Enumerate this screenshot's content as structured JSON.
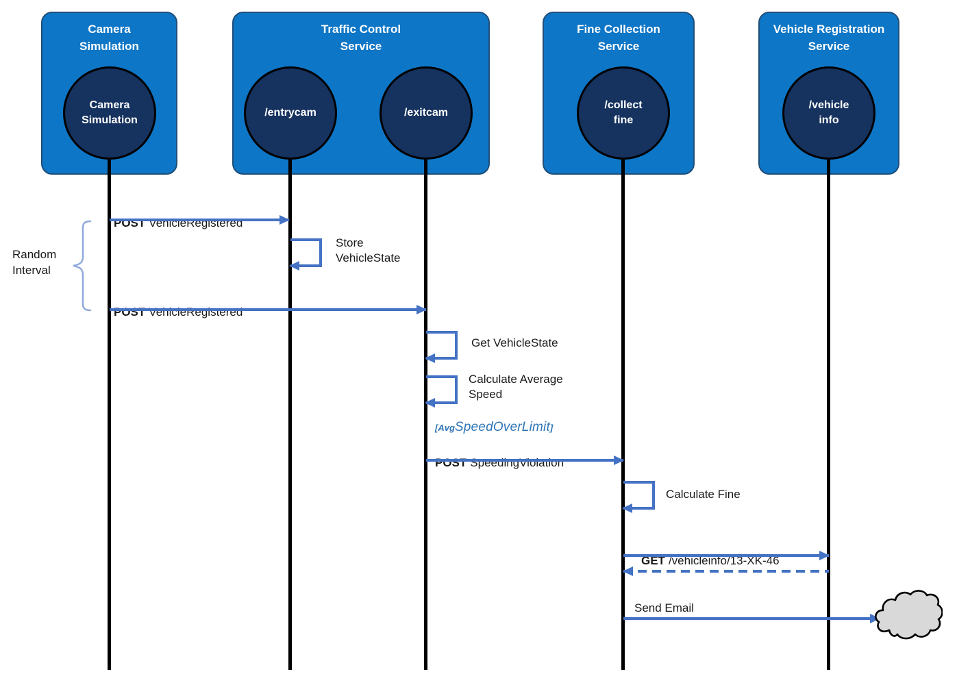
{
  "services": [
    {
      "title": "Camera\nSimulation"
    },
    {
      "title": "Traffic Control\nService"
    },
    {
      "title": "Fine Collection\nService"
    },
    {
      "title": "Vehicle Registration\nService"
    }
  ],
  "endpoints": [
    {
      "label": "Camera\nSimulation"
    },
    {
      "label": "/entrycam"
    },
    {
      "label": "/exitcam"
    },
    {
      "label": "/collect\nfine"
    },
    {
      "label": "/vehicle\ninfo"
    }
  ],
  "annotations": {
    "random_interval": "Random\nInterval"
  },
  "messages": {
    "post_vehicle_registered_entry": {
      "verb": "POST",
      "text": "VehicleRegistered"
    },
    "store_vehicle_state": {
      "text": "Store\nVehicleState"
    },
    "post_vehicle_registered_exit": {
      "verb": "POST",
      "text": "VehicleRegistered"
    },
    "get_vehicle_state": {
      "text": "Get VehicleState"
    },
    "calculate_average_speed": {
      "text": "Calculate Average\nSpeed"
    },
    "guard": {
      "prefix": "[Avg",
      "main": "SpeedOverLimit",
      "suffix": "]"
    },
    "post_speeding_violation": {
      "verb": "POST",
      "text": "SpeedingViolation"
    },
    "calculate_fine": {
      "text": "Calculate Fine"
    },
    "get_vehicle_info": {
      "verb": "GET",
      "text": "/vehicleinfo/13-XK-46"
    },
    "send_email": {
      "text": "Send Email"
    }
  },
  "colors": {
    "service_box": "#0E76C6",
    "service_box_border": "#1F4E79",
    "endpoint_circle": "#16325F",
    "arrow": "#4472C4",
    "guard_text": "#2E75B6",
    "brace": "#8FAADC",
    "cloud_fill": "#D9D9D9",
    "lifeline": "#000000"
  }
}
